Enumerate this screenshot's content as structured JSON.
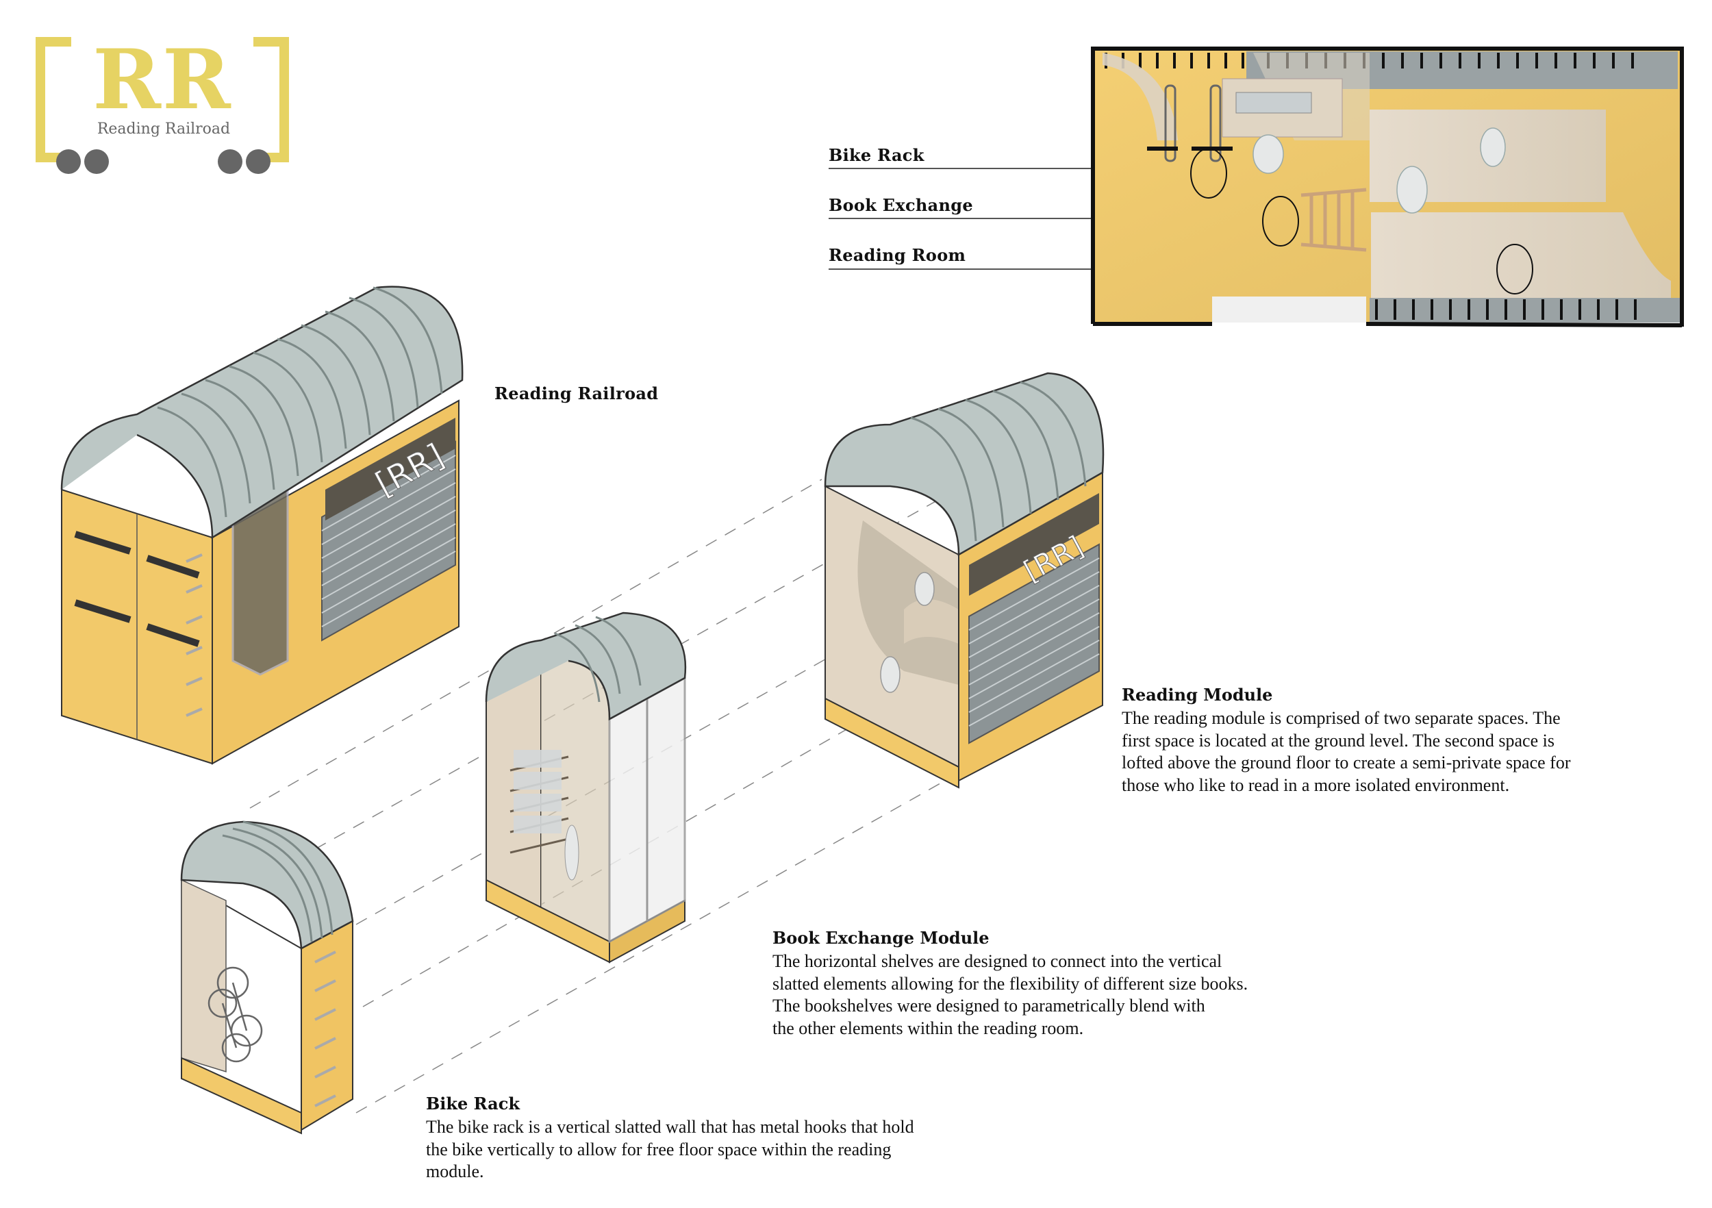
{
  "logo": {
    "mark": "RR",
    "subtitle": "Reading Railroad",
    "bracket_color": "#e6d363",
    "wheel_color": "#666666",
    "wheel_count": 4
  },
  "plan": {
    "callouts": [
      {
        "label": "Bike Rack"
      },
      {
        "label": "Book Exchange"
      },
      {
        "label": "Reading Room"
      }
    ]
  },
  "main_model": {
    "label": "Reading Railroad",
    "sign_text": "[RR]"
  },
  "modules": [
    {
      "id": "reading",
      "title": "Reading Module",
      "sign_text": "[RR]",
      "lines": [
        "The reading module is comprised of two separate spaces.  The",
        "first space is located at the ground level. The second space is",
        "lofted above the ground floor to create a semi-private space for",
        "those who like to read in a more isolated environment."
      ]
    },
    {
      "id": "book-exchange",
      "title": "Book Exchange Module",
      "lines": [
        "The horizontal shelves are designed to connect into the vertical",
        "slatted elements allowing for the flexibility of different size books.",
        "The bookshelves were designed to parametrically blend with",
        "the other elements within the reading room."
      ]
    },
    {
      "id": "bike-rack",
      "title": "Bike Rack",
      "lines": [
        "The bike rack is a vertical slatted wall that has metal hooks that hold",
        "the bike vertically to allow for free floor space within the reading",
        "module."
      ]
    }
  ],
  "colors": {
    "body_yellow": "#f2c96a",
    "roof_gray": "#b9c4c2",
    "floor_plan_yellow": "#e9c46a",
    "wood": "#e2d6c4"
  }
}
